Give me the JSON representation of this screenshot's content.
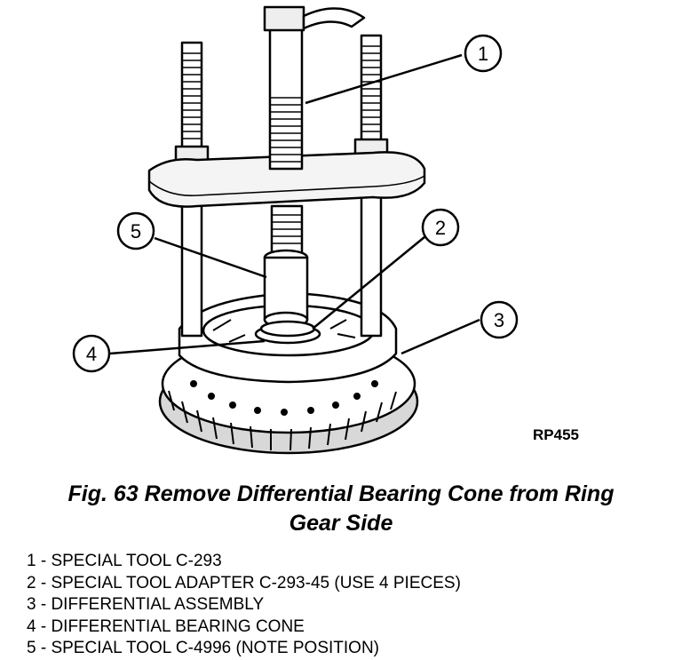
{
  "figure": {
    "image_code": "RP455",
    "callouts": [
      "1",
      "2",
      "3",
      "4",
      "5"
    ]
  },
  "caption": {
    "line1": "Fig. 63 Remove Differential Bearing Cone from Ring",
    "line2": "Gear Side"
  },
  "legend": [
    "1 - SPECIAL TOOL C-293",
    "2 - SPECIAL TOOL ADAPTER C-293-45 (USE 4 PIECES)",
    "3 - DIFFERENTIAL ASSEMBLY",
    "4 - DIFFERENTIAL BEARING CONE",
    "5 - SPECIAL TOOL C-4996 (NOTE POSITION)"
  ]
}
